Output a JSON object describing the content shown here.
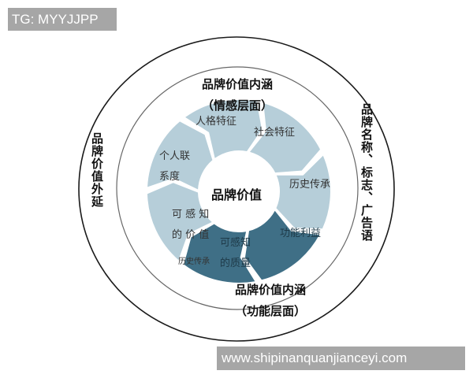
{
  "watermarks": {
    "top_left": "TG: MYYJJPP",
    "bottom_right": "www.shipinanquanjianceyi.com"
  },
  "diagram": {
    "center_label": "品牌价值",
    "top_title": {
      "line1": "品牌价值内涵",
      "line2": "（情感层面）"
    },
    "bottom_title": {
      "line1": "品牌价值内涵",
      "line2": "（功能层面）"
    },
    "left_outer_label": "品牌价值外延",
    "right_outer_label": "品牌名称、标志、广告语",
    "segments": [
      {
        "label": "人格特征",
        "tone": "light"
      },
      {
        "label": "社会特征",
        "tone": "light"
      },
      {
        "label": "历史传承",
        "tone": "light"
      },
      {
        "label": "功能利益",
        "tone": "dark"
      },
      {
        "label_line1": "可感知",
        "label_line2": "的质量",
        "tone": "dark"
      },
      {
        "label_line1": "可 感 知",
        "label_line2": "的 价 值",
        "tone": "light"
      },
      {
        "label_line1": "个人联",
        "label_line2": "系度",
        "tone": "light"
      }
    ],
    "stray_label": "历史传承",
    "colors": {
      "light_segment": "#b6ced9",
      "dark_segment": "#3f6f86",
      "circle_outer": "#1a1a1a",
      "circle_inner": "#555555"
    }
  }
}
